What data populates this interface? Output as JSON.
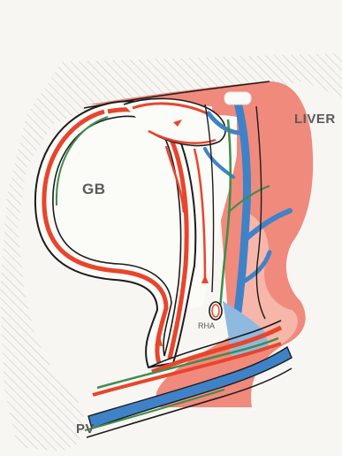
{
  "labels": {
    "liver": "LIVER",
    "gallbladder": "GB",
    "right_hepatic_artery": "RHA",
    "portal_vein": "PV"
  },
  "colors": {
    "liver": "#ef8a7c",
    "liver_light": "#f6b7aa",
    "artery": "#e8452c",
    "bile_duct": "#3f8c4e",
    "portal_vein": "#3f82c8",
    "portal_vein_light": "#8fb9df",
    "outline": "#1c1c1c",
    "hatch": "#c4c4c4",
    "background": "#f7f6f2"
  }
}
